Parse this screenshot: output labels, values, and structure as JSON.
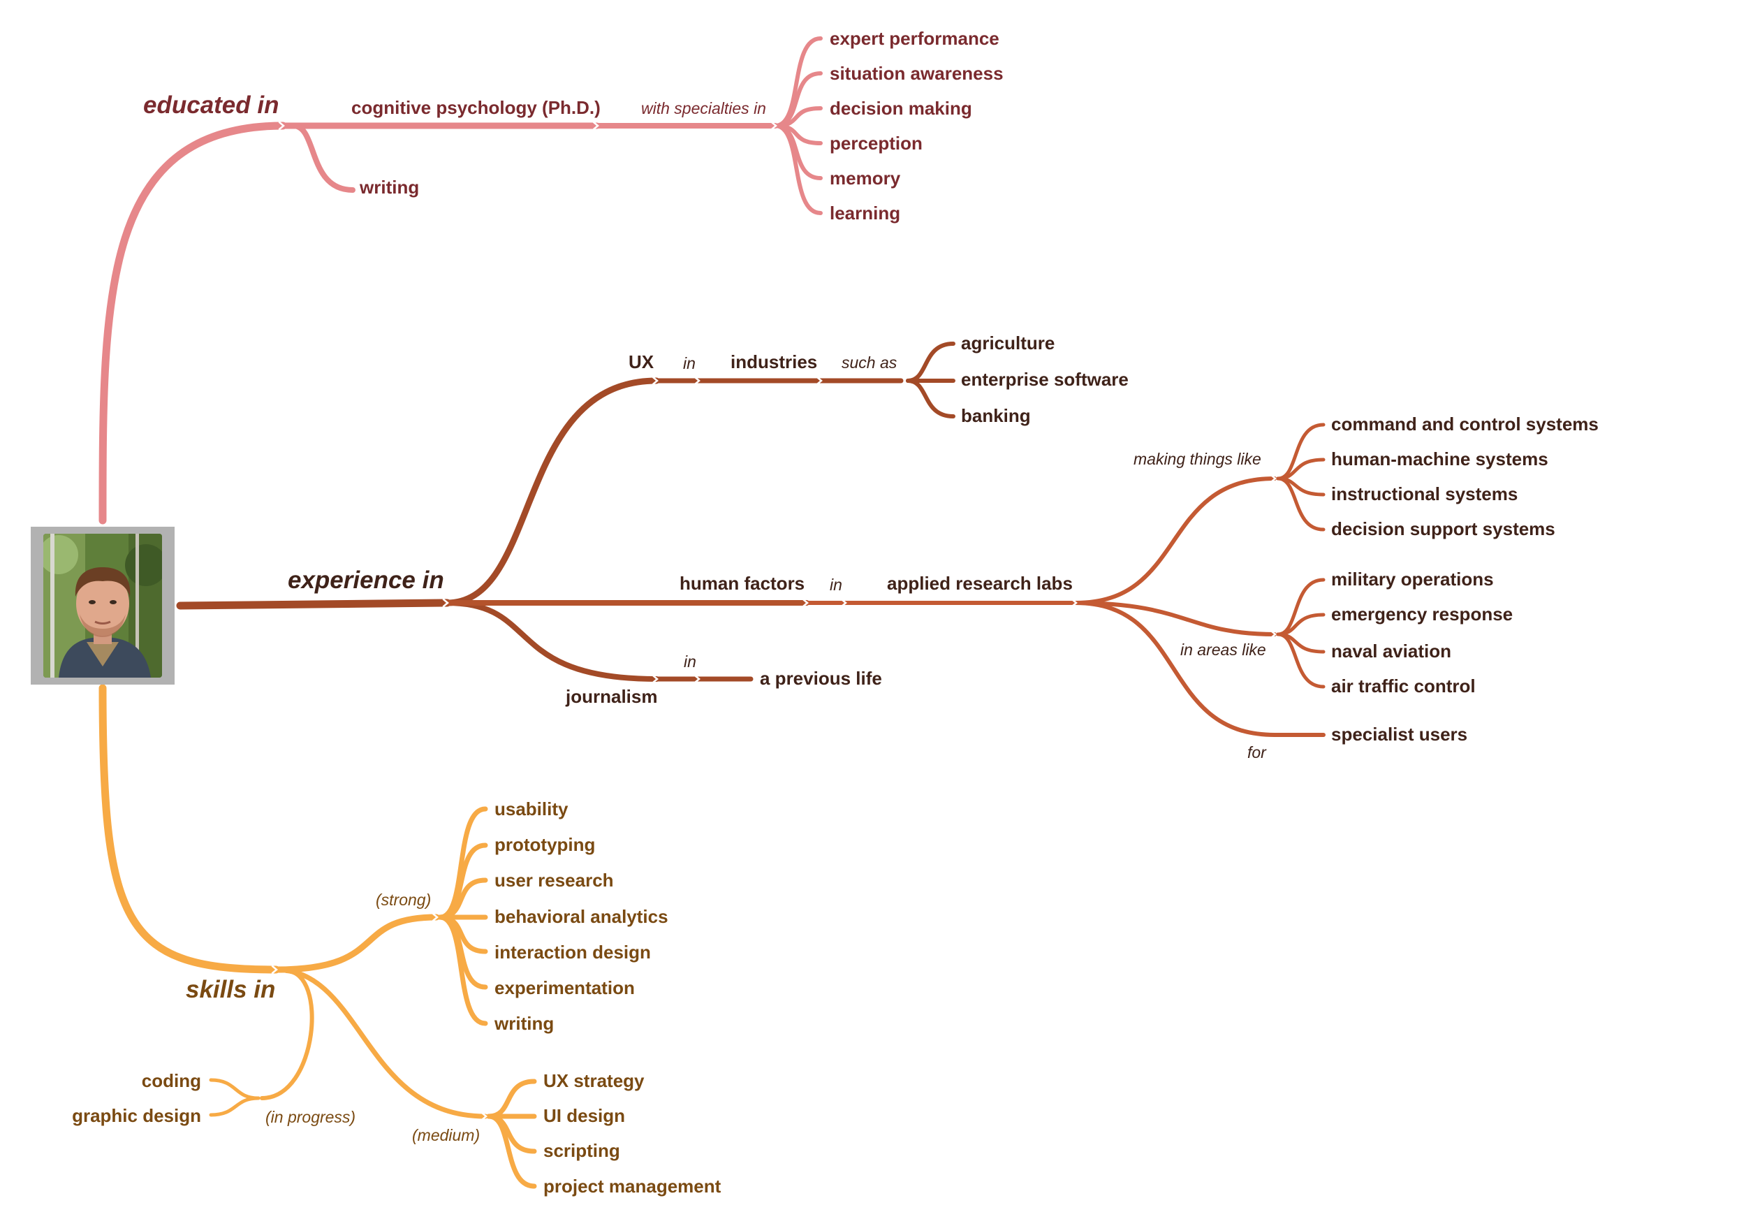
{
  "colors": {
    "education_branch": "#e6878a",
    "education_text": "#7a2a2e",
    "experience_branch": "#a34a27",
    "experience_branch_light": "#c45a33",
    "experience_text": "#3f2219",
    "skills_branch": "#f7aa45",
    "skills_text": "#7a4a12",
    "photo_frame": "#b2b2b2"
  },
  "avatar": {
    "icon": "portrait-photo"
  },
  "education": {
    "title": "educated in",
    "degree": "cognitive psychology (Ph.D.)",
    "specialties_connector": "with specialties in",
    "specialties": [
      "expert performance",
      "situation awareness",
      "decision making",
      "perception",
      "memory",
      "learning"
    ],
    "other": "writing"
  },
  "experience": {
    "title": "experience in",
    "ux": {
      "label": "UX",
      "connector": "in",
      "target": "industries",
      "connector2": "such as",
      "items": [
        "agriculture",
        "enterprise software",
        "banking"
      ]
    },
    "human_factors": {
      "label": "human factors",
      "connector": "in",
      "target": "applied research labs",
      "making_connector": "making things like",
      "making_items": [
        "command and control systems",
        "human-machine systems",
        "instructional systems",
        "decision support systems"
      ],
      "areas_connector": "in areas like",
      "areas_items": [
        "military operations",
        "emergency response",
        "naval aviation",
        "air traffic control"
      ],
      "for_connector": "for",
      "for_item": "specialist users"
    },
    "journalism": {
      "label": "journalism",
      "connector": "in",
      "target": "a previous life"
    }
  },
  "skills": {
    "title": "skills in",
    "strong_connector": "(strong)",
    "strong": [
      "usability",
      "prototyping",
      "user research",
      "behavioral analytics",
      "interaction design",
      "experimentation",
      "writing"
    ],
    "medium_connector": "(medium)",
    "medium": [
      "UX strategy",
      "UI design",
      "scripting",
      "project management"
    ],
    "progress_connector": "(in progress)",
    "in_progress": [
      "coding",
      "graphic design"
    ]
  }
}
